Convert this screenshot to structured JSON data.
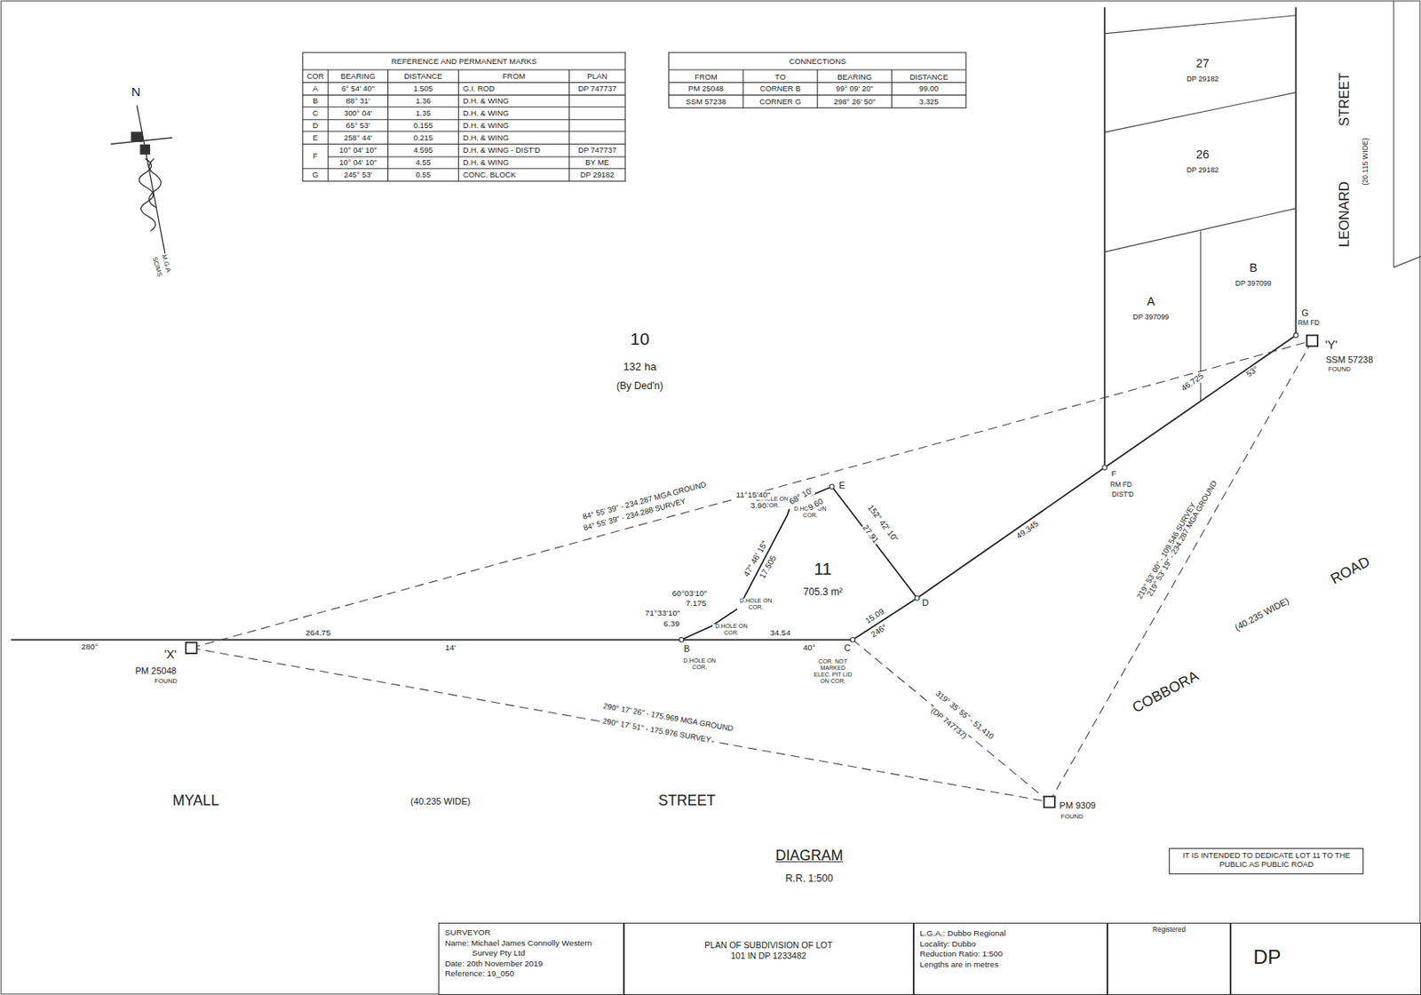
{
  "diagram": {
    "title": "DIAGRAM",
    "nodes": [
      {
        "text": [
          "SURVEYOR",
          "Name: Michael James Connolly Western Survey Pty Ltd",
          "Date: 20th November 2019",
          "Reference: 19_050"
        ]
      },
      {
        "text": [
          "PLAN OF SUBDIVISION OF LOT 101 IN DP 1233482"
        ]
      },
      {
        "text": [
          "L.G.A.: Dubbo Regional",
          "Locality: Dubbo",
          "Reduction Ratio: 1:500",
          "Lengths are in metres"
        ]
      },
      {
        "text": [
          "Registered"
        ]
      },
      {
        "text": [
          "DP"
        ]
      },
      {
        "text": [
          "IT IS INTENDED TO DEDICATE LOT 11 TO THE PUBLIC AS PUBLIC ROAD"
        ]
      }
    ],
    "labels": [
      "REFERENCE AND PERMANENT MARKS",
      "COR",
      "BEARING",
      "DISTANCE",
      "FROM",
      "PLAN",
      "A",
      "6° 54' 40\"",
      "1.505",
      "G.I. ROD",
      "DP 747737",
      "B",
      "88° 31'",
      "1.36",
      "D.H. & WING",
      "C",
      "300° 04'",
      "1.35",
      "D.H. & WING",
      "D",
      "65° 53'",
      "0.155",
      "D.H. & WING",
      "E",
      "258° 44'",
      "0.215",
      "D.H. & WING",
      "F",
      "10° 04' 10\"",
      "4.595",
      "D.H. & WING - DIST'D",
      "DP 747737",
      "10° 04' 10\"",
      "4.55",
      "D.H. & WING",
      "BY ME",
      "G",
      "245° 53'",
      "0.55",
      "CONC. BLOCK",
      "DP 29182",
      "CONNECTIONS",
      "FROM",
      "TO",
      "BEARING",
      "DISTANCE",
      "PM 25048",
      "CORNER B",
      "99° 09' 20\"",
      "99.00",
      "SSM 57238",
      "CORNER G",
      "298° 26' 50\"",
      "3.325",
      "N",
      "M.G.A",
      "SCIMS",
      "27",
      "DP 29182",
      "26",
      "DP 29182",
      "B",
      "DP 397099",
      "A",
      "DP 397099",
      "LEONARD",
      "STREET",
      "(20.115 WIDE)",
      "G",
      "RM FD",
      "'Y'",
      "SSM 57238",
      "FOUND",
      "10",
      "132 ha",
      "(By Ded'n)",
      "11",
      "705.3 m²",
      "F",
      "RM FD",
      "DIST'D",
      "46.725",
      "53°",
      "49.345",
      "E",
      "D",
      "C",
      "B",
      "D.HOLE ON COR.",
      "D.HOLE ON COR.",
      "D.HOLE ON COR.",
      "D.HOLE ON COR.",
      "D.HOLE ON COR.",
      "68° 10'",
      "9.60",
      "11°15'40\"",
      "3.90",
      "47° 46' 15\"",
      "17.505",
      "60°03'10\"",
      "7.175",
      "71°33'10\"",
      "6.39",
      "34.54",
      "40°",
      "COR. NOT MARKED ELEC. PIT LID ON COR.",
      "15.09",
      "246°",
      "152° 42' 10\"",
      "27.91",
      "264.75",
      "14'",
      "280°",
      "'X'",
      "PM 25048",
      "FOUND",
      "84° 55' 39\" - 234.287 MGA GROUND",
      "84° 55' 39\" - 234.288 SURVEY",
      "290° 17' 26\" - 175.969 MGA GROUND",
      "290° 17' 51\" - 175.976 SURVEY",
      "319° 35' 55\" - 51.410",
      "(DP 747737)",
      "219° 53' 19\" - 234.287 MGA GROUND",
      "219° 53' 00\" - 109.546 SURVEY",
      "PM 9309",
      "FOUND",
      "ROAD",
      "(40.235 WIDE)",
      "COBBORA",
      "MYALL",
      "(40.235 WIDE)",
      "STREET",
      "R.R. 1:500"
    ]
  }
}
